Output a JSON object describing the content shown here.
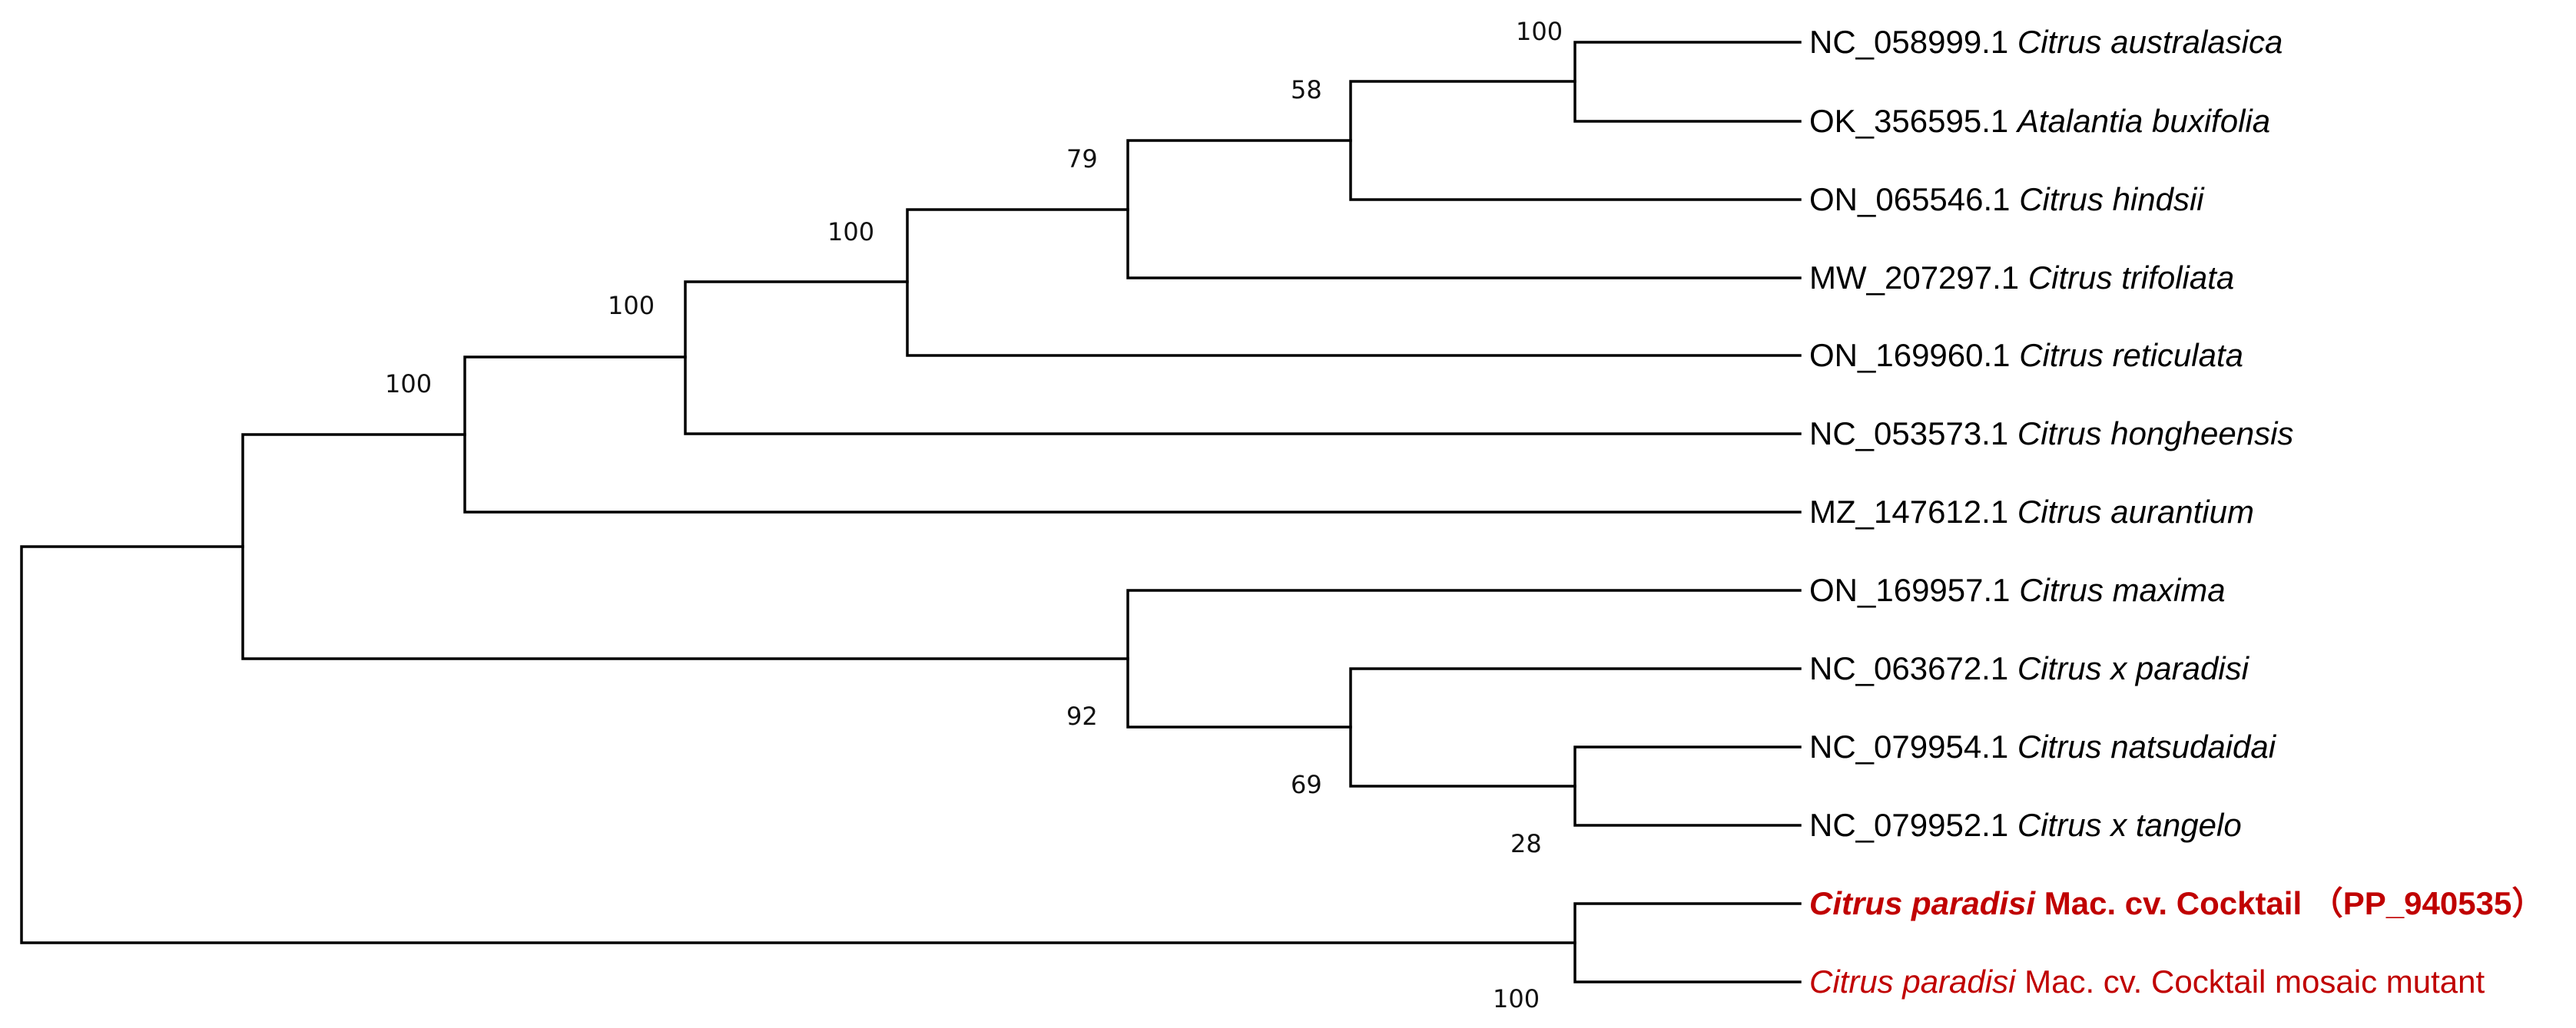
{
  "tree": {
    "taxa": [
      {
        "accession": "NC_058999.1",
        "species": "Citrus australasica",
        "suffix": ""
      },
      {
        "accession": "OK_356595.1",
        "species": "Atalantia buxifolia",
        "suffix": ""
      },
      {
        "accession": "ON_065546.1",
        "species": "Citrus hindsii",
        "suffix": ""
      },
      {
        "accession": "MW_207297.1",
        "species": "Citrus trifoliata",
        "suffix": ""
      },
      {
        "accession": "ON_169960.1",
        "species": "Citrus reticulata",
        "suffix": ""
      },
      {
        "accession": "NC_053573.1",
        "species": "Citrus hongheensis",
        "suffix": ""
      },
      {
        "accession": "MZ_147612.1",
        "species": "Citrus aurantium",
        "suffix": ""
      },
      {
        "accession": "ON_169957.1",
        "species": "Citrus maxima",
        "suffix": ""
      },
      {
        "accession": "NC_063672.1",
        "species": "Citrus x paradisi",
        "suffix": ""
      },
      {
        "accession": "NC_079954.1",
        "species": "Citrus natsudaidai",
        "suffix": ""
      },
      {
        "accession": "NC_079952.1",
        "species": "Citrus x tangelo",
        "suffix": ""
      },
      {
        "accession": "",
        "species": "Citrus paradisi",
        "suffix": " Mac. cv. Cocktail （PP_940535）",
        "highlight": true,
        "bold": true
      },
      {
        "accession": "",
        "species": "Citrus paradisi",
        "suffix": " Mac. cv. Cocktail mosaic mutant",
        "highlight": true,
        "bold": false
      }
    ],
    "support_values": [
      "100",
      "58",
      "79",
      "100",
      "100",
      "100",
      "92",
      "69",
      "28",
      "100"
    ],
    "highlight_color": "#c00000",
    "line_color": "#000000"
  }
}
